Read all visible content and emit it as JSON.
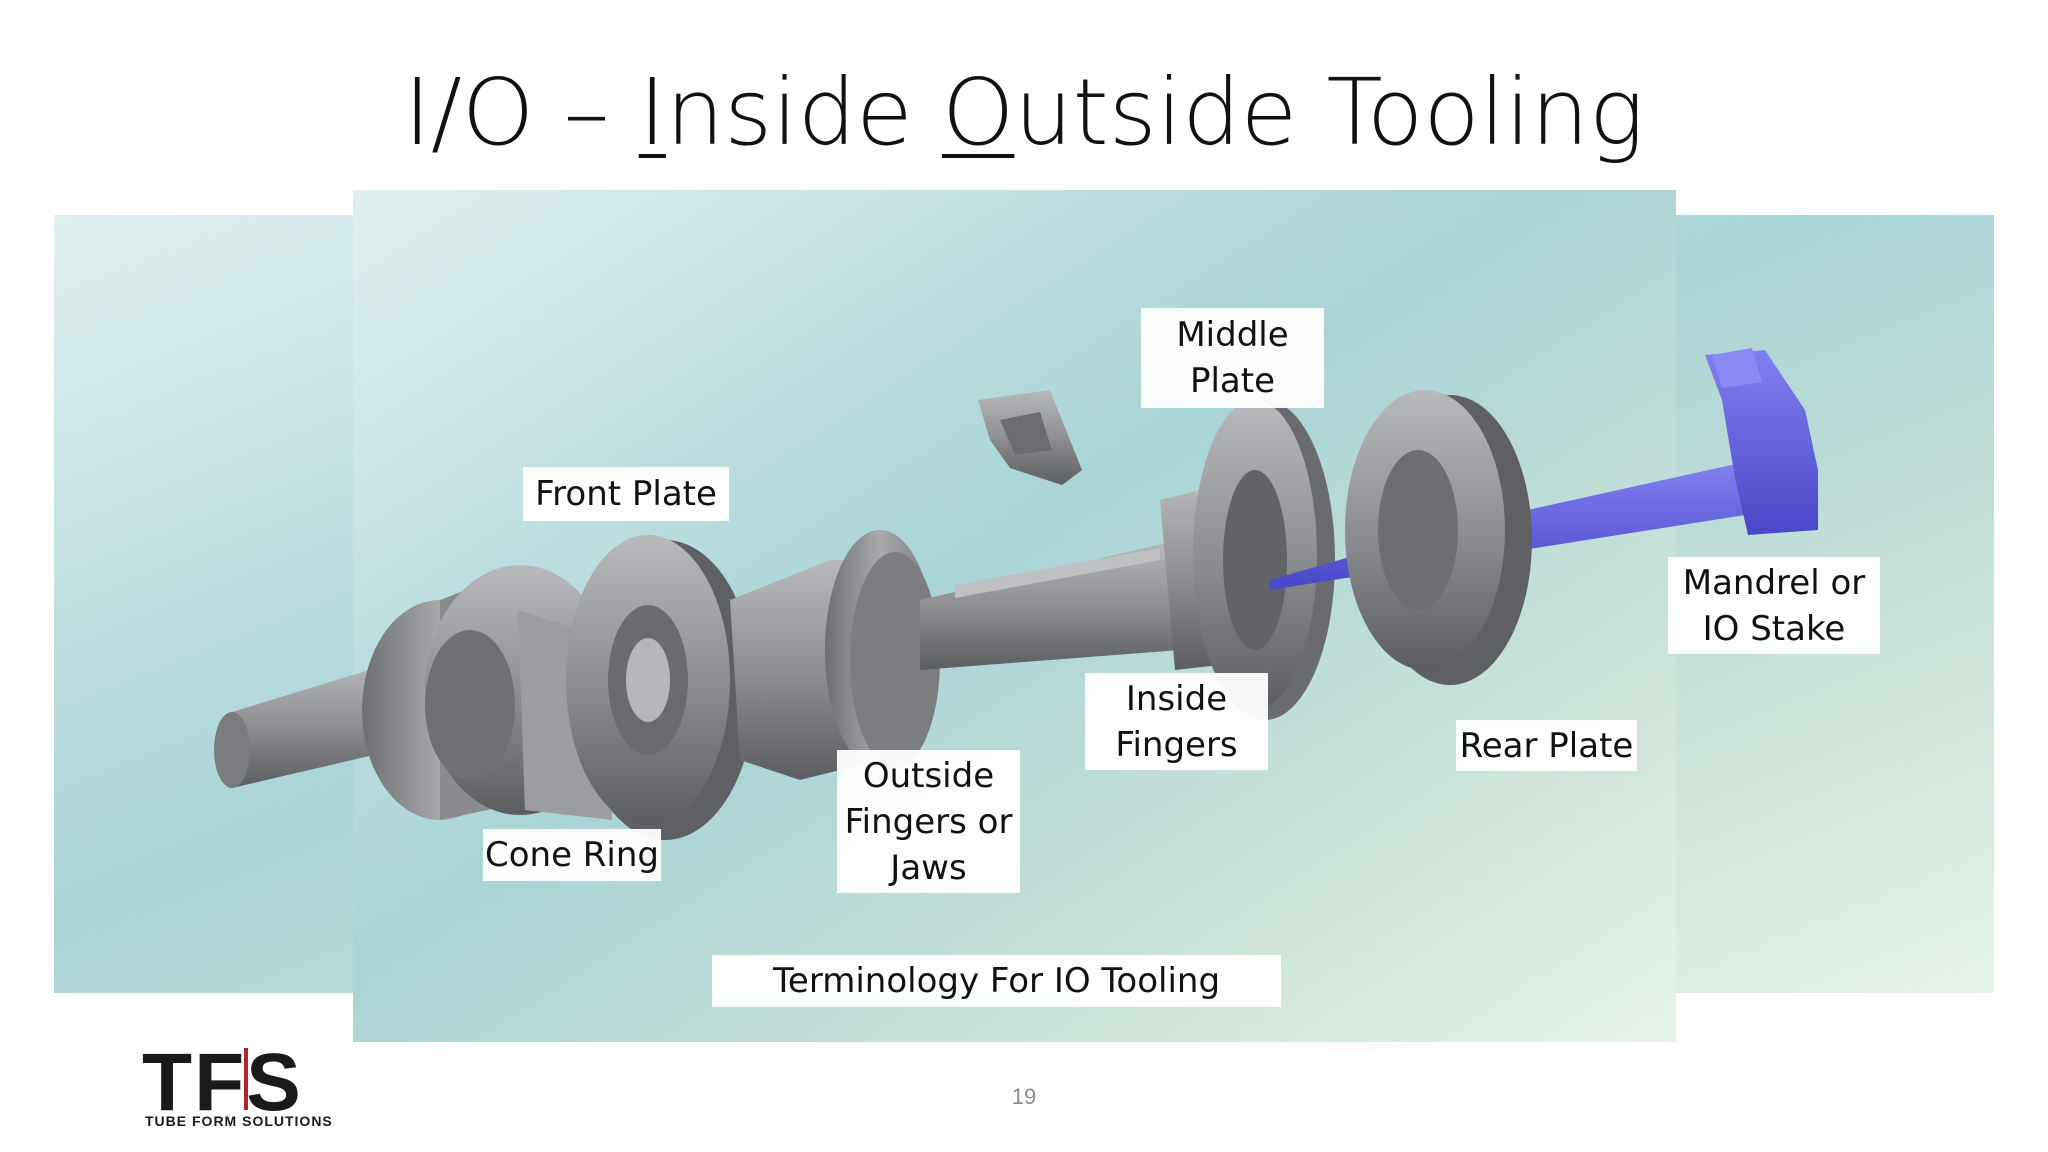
{
  "slide": {
    "title_prefix": "I/O – ",
    "title_I": "I",
    "title_nside": "nside ",
    "title_O": "O",
    "title_rest": "utside Tooling",
    "page_number": "19"
  },
  "figure": {
    "caption": "Terminology For IO Tooling",
    "labels": {
      "front_plate": "Front Plate",
      "middle_plate": "Middle\nPlate",
      "mandrel": "Mandrel or\nIO Stake",
      "inside_fingers": "Inside\nFingers",
      "rear_plate": "Rear Plate",
      "outside_fingers": "Outside\nFingers or\nJaws",
      "cone_ring": "Cone Ring"
    },
    "colors": {
      "metal": "#8f9094",
      "mandrel": "#6464e6",
      "background_teal": "#a8d4d6"
    }
  },
  "logo": {
    "letters": "TFS",
    "tagline": "TUBE FORM SOLUTIONS",
    "colors": {
      "dark": "#1a1a1a",
      "red": "#b0252a"
    }
  }
}
